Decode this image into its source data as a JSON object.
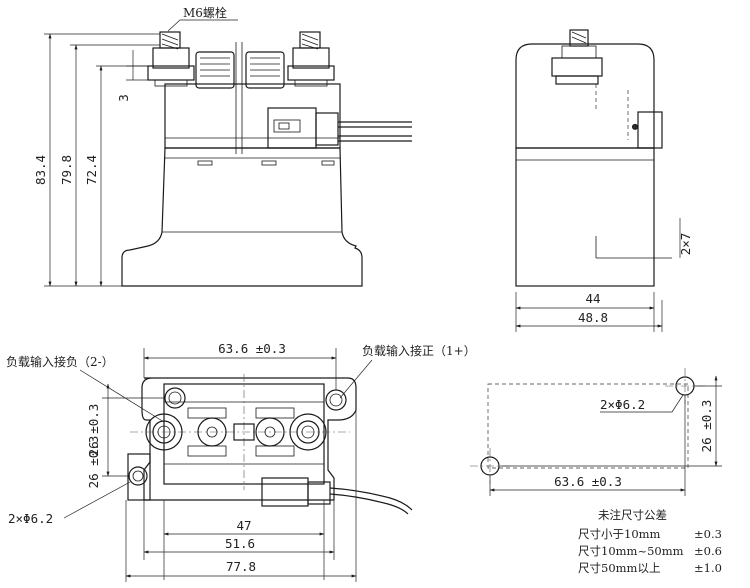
{
  "labels": {
    "screw": "M6螺栓",
    "neg": "负载输入接负（2-）",
    "pos": "负载输入接正（1+）",
    "holes_left": "2×Φ6.2",
    "holes_right": "2×Φ6.2"
  },
  "dims": {
    "h1": "83.4",
    "h2": "79.8",
    "h3": "72.4",
    "h4": "3",
    "side_slot": "2×7",
    "w44": "44",
    "w48": "48.8",
    "top_span": "63.6 ±0.3",
    "bot47": "47",
    "bot516": "51.6",
    "bot778": "77.8",
    "v_pitch": "26 ±0.3",
    "v26": "26 ±0.3",
    "right_span": "63.6 ±0.3",
    "right_v": "26 ±0.3"
  },
  "tolerance": {
    "title": "未注尺寸公差",
    "rows": [
      {
        "label": "尺寸小于10mm",
        "value": "±0.3"
      },
      {
        "label": "尺寸10mm~50mm",
        "value": "±0.6"
      },
      {
        "label": "尺寸50mm以上",
        "value": "±1.0"
      }
    ]
  }
}
